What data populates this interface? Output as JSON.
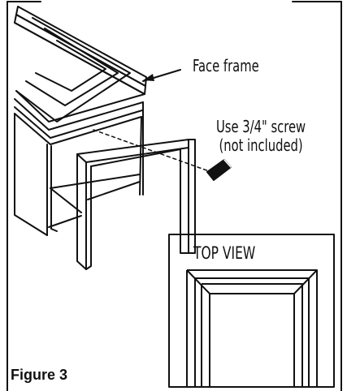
{
  "labels": {
    "face_frame": "Face frame",
    "screw_line1": "Use 3/4\" screw",
    "screw_line2": "(not included)",
    "top_view": "TOP VIEW",
    "figure": "Figure 3"
  },
  "colors": {
    "ink": "#111111",
    "shade": "#9a9a9a",
    "paper": "#ffffff"
  }
}
